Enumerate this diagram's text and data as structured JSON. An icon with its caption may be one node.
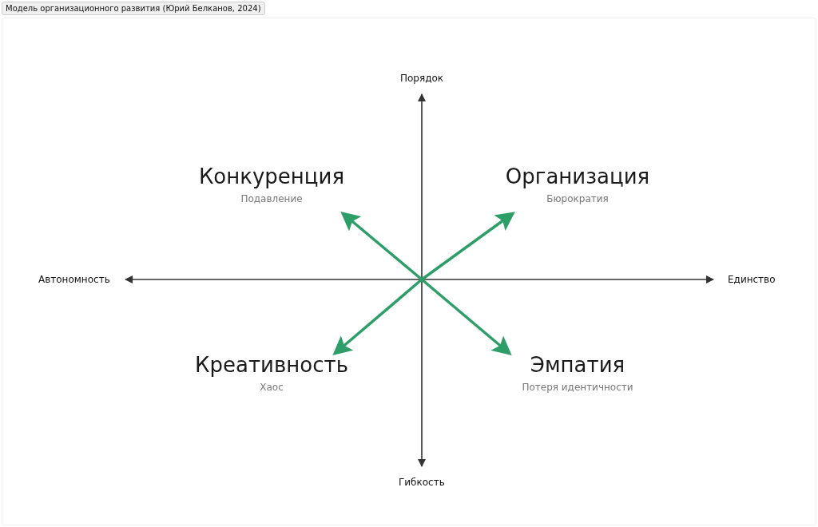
{
  "diagram": {
    "title": "Модель организационного развития (Юрий Белканов, 2024)",
    "nodes": [
      {
        "text": [
          "Конкуренция",
          "Подавление"
        ]
      },
      {
        "text": [
          "Организация",
          "Бюрократия"
        ]
      },
      {
        "text": [
          "Креативность",
          "Хаос"
        ]
      },
      {
        "text": [
          "Эмпатия",
          "Потеря идентичности"
        ]
      }
    ],
    "edges": [
      {
        "from": null,
        "to": 0,
        "arrow": "to"
      },
      {
        "from": null,
        "to": 1,
        "arrow": "to"
      },
      {
        "from": null,
        "to": 2,
        "arrow": "to"
      },
      {
        "from": null,
        "to": 3,
        "arrow": "to"
      }
    ],
    "labels": [
      "Порядок",
      "Автономность",
      "Единство",
      "Гибкость"
    ]
  }
}
